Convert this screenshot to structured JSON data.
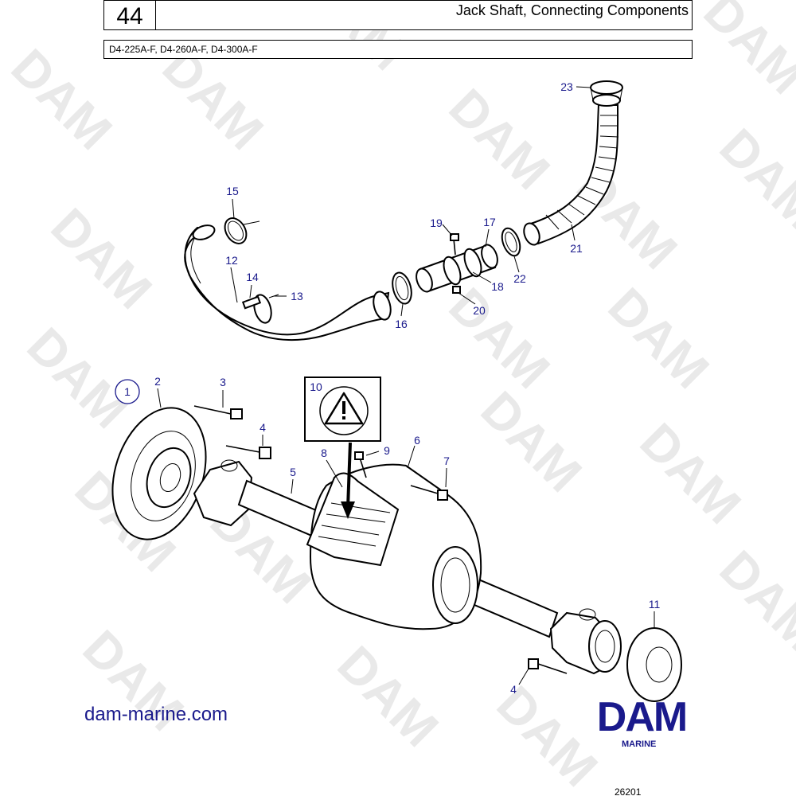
{
  "header": {
    "page_number": "44",
    "title": "Jack Shaft, Connecting Components",
    "models": "D4-225A-F, D4-260A-F, D4-300A-F"
  },
  "watermark": {
    "text": "DAM",
    "color": "#e9e9e9"
  },
  "callouts": {
    "c1": "1",
    "c2": "2",
    "c3": "3",
    "c4a": "4",
    "c4b": "4",
    "c5": "5",
    "c6": "6",
    "c7": "7",
    "c8": "8",
    "c9": "9",
    "c10": "10",
    "c11": "11",
    "c12": "12",
    "c13": "13",
    "c14": "14",
    "c15": "15",
    "c16": "16",
    "c17": "17",
    "c18": "18",
    "c19": "19",
    "c20": "20",
    "c21": "21",
    "c22": "22",
    "c23": "23"
  },
  "footer": {
    "website": "dam-marine.com",
    "brand": "DAM",
    "brand_sub": "MARINE",
    "drawing_number": "26201"
  },
  "colors": {
    "callout": "#1a1a8c",
    "brand": "#1a1a8c"
  },
  "icons": {
    "warning": "warning-triangle-icon"
  }
}
